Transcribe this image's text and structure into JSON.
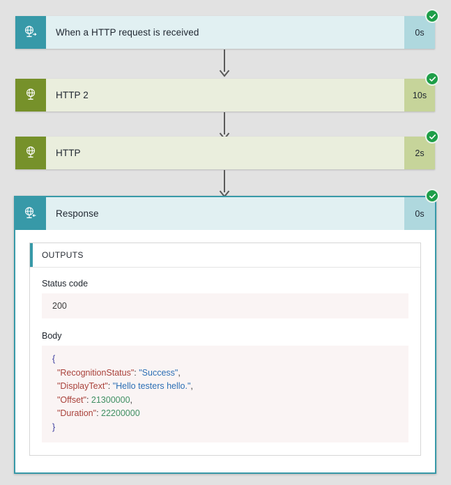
{
  "workflow": {
    "background_color": "#e2e2e2",
    "status_color": "#1e9e48",
    "accent_teal": "#3799a8",
    "accent_olive": "#76912a"
  },
  "steps": [
    {
      "id": "trigger",
      "title": "When a HTTP request is received",
      "duration": "0s",
      "status": "succeeded",
      "icon": "globe-request-icon",
      "theme": "teal"
    },
    {
      "id": "http2",
      "title": "HTTP 2",
      "duration": "10s",
      "status": "succeeded",
      "icon": "globe-icon",
      "theme": "olive"
    },
    {
      "id": "http",
      "title": "HTTP",
      "duration": "2s",
      "status": "succeeded",
      "icon": "globe-icon",
      "theme": "olive"
    }
  ],
  "response": {
    "title": "Response",
    "duration": "0s",
    "status": "succeeded",
    "icon": "globe-response-icon",
    "theme": "teal",
    "outputs": {
      "section_label": "OUTPUTS",
      "status_code_label": "Status code",
      "status_code_value": "200",
      "body_label": "Body",
      "body_json": {
        "open_brace": "{",
        "close_brace": "}",
        "entries": [
          {
            "key": "\"RecognitionStatus\"",
            "sep": ": ",
            "value": "\"Success\"",
            "type": "string",
            "comma": ","
          },
          {
            "key": "\"DisplayText\"",
            "sep": ": ",
            "value": "\"Hello testers hello.\"",
            "type": "string",
            "comma": ","
          },
          {
            "key": "\"Offset\"",
            "sep": ": ",
            "value": "21300000",
            "type": "number",
            "comma": ","
          },
          {
            "key": "\"Duration\"",
            "sep": ": ",
            "value": "22200000",
            "type": "number",
            "comma": ""
          }
        ]
      }
    }
  }
}
